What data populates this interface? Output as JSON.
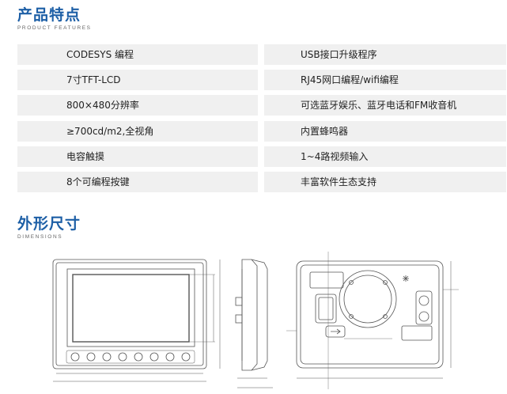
{
  "features_section": {
    "title": "产品特点",
    "subtitle": "PRODUCT  FEATURES",
    "rows": [
      {
        "left": "CODESYS 编程",
        "right": "USB接口升级程序"
      },
      {
        "left": "7寸TFT-LCD",
        "right": "RJ45网口编程/wifi编程"
      },
      {
        "left": "800×480分辨率",
        "right": "可选蓝牙娱乐、蓝牙电话和FM收音机"
      },
      {
        "left": "≥700cd/m2,全视角",
        "right": "内置蜂鸣器"
      },
      {
        "left": "电容触摸",
        "right": "1~4路视频输入"
      },
      {
        "left": "8个可编程按键",
        "right": "丰富软件生态支持"
      }
    ]
  },
  "dimensions_section": {
    "title": "外形尺寸",
    "subtitle": "DIMENSIONS"
  },
  "colors": {
    "accent": "#1d5fa6",
    "row_bg": "#f0f0f0",
    "line": "#555555"
  },
  "icons": [
    "usb-icon",
    "snowflake-icon",
    "connector-icon"
  ]
}
